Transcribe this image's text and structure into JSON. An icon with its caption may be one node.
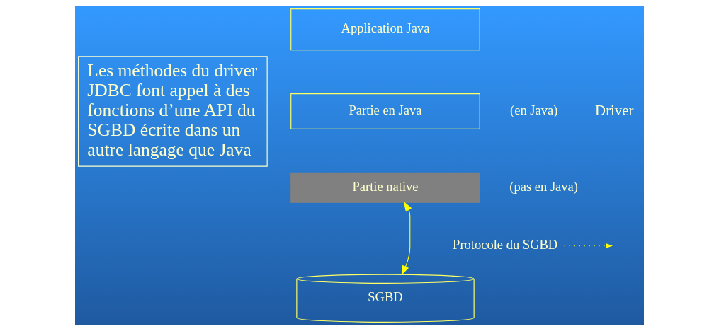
{
  "diagram": {
    "nodes": [
      {
        "text": [
          "Les méthodes du driver JDBC font appel à des fonctions d’une API du SGBD écrite dans un autre langage que Java"
        ]
      },
      {
        "text": [
          "Application Java"
        ]
      },
      {
        "text": [
          "Partie en Java"
        ],
        "beside": [
          "(en Java)"
        ]
      },
      {
        "text": [
          "Partie native"
        ],
        "beside": [
          "(pas en Java)"
        ]
      },
      {
        "text": [
          "SGBD"
        ]
      },
      {
        "text": [
          "Protocole du SGBD"
        ]
      }
    ],
    "edges": [
      {
        "from": 4,
        "to": 3,
        "arrow": "both"
      },
      {
        "from": 5,
        "to": null,
        "arrow": "to",
        "style": "dashed"
      }
    ],
    "labels": [
      "Driver"
    ]
  }
}
